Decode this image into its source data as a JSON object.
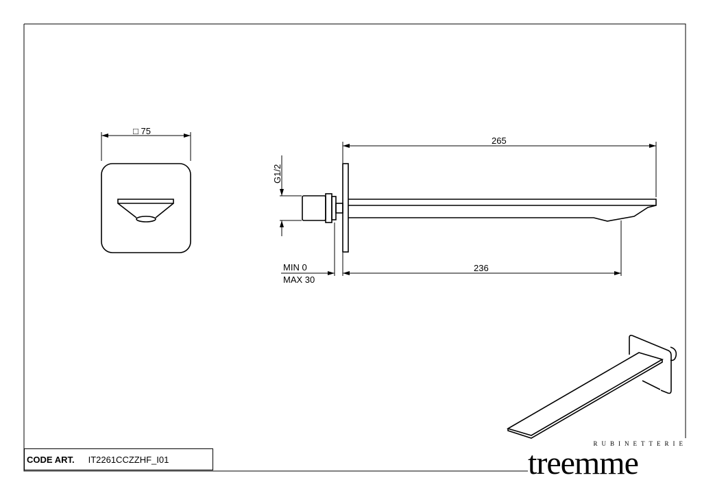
{
  "front_view": {
    "dimension_label": "□ 75"
  },
  "side_view": {
    "thread_label": "G1/2",
    "overall_length_label": "265",
    "projection_label": "236",
    "min_label": "MIN 0",
    "max_label": "MAX 30"
  },
  "title_block": {
    "code_label": "CODE ART.",
    "code_value": "IT2261CCZZHF_I01"
  },
  "logo": {
    "subtitle": "RUBINETTERIE",
    "brand": "treemme"
  }
}
